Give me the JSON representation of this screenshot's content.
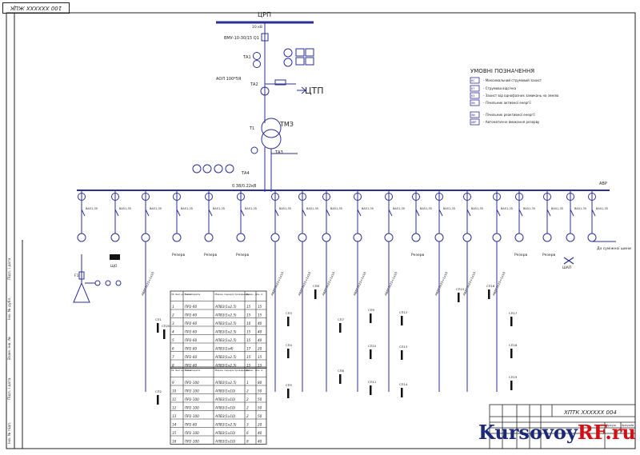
{
  "header_stamp": "100 XXXXXX ЖЦК",
  "grid": {
    "source_bus_label": "ЦРП",
    "source_voltage": "10 кВ",
    "breaker_label": "ВМУ-10-30/15 Q1",
    "ta1_label": "ТА1",
    "ct_label": "АОЛ 100*5Я",
    "ta2_label": "ТА2",
    "ta3_label": "ТА3",
    "ta4_label": "ТА4",
    "ctp_label": "ЦТП",
    "transformer_label": "Т1",
    "transformer_type": "ТМЗ",
    "lv_bus_label": "0.38/0.22кВ",
    "bus_end_label": "АВР"
  },
  "legend": {
    "title": "УМОВНІ ПОЗНАЧЕННЯ",
    "items": [
      {
        "code": "КС",
        "text": "- Максимальний струмовий захист"
      },
      {
        "code": "КТ",
        "text": "- Струмова відсічка"
      },
      {
        "code": "КЗ",
        "text": "- Захист від однофазних замикань на землю"
      },
      {
        "code": "Wh",
        "text": "- Лічильник активної енергії"
      },
      {
        "code": "Wh",
        "text": "- Лічильник реактивної енергії"
      },
      {
        "code": "АВР",
        "text": "- Автоматичне вмикання резерву"
      }
    ]
  },
  "feeders": {
    "breaker_text": "ВА51-35",
    "cable_text": "АВВГ3х25+1х16",
    "reserve_label": "Резерв",
    "shu_label": "ЩО",
    "compensation_label": "ШАП",
    "signal_label": "До суміжної шини",
    "f1_label": "F1"
  },
  "loads": [
    "СП1",
    "СП2",
    "СП3",
    "СП4",
    "СП5",
    "СП6",
    "СП7",
    "СП8",
    "СП9",
    "СП10",
    "СП11",
    "СП12",
    "СП13",
    "СП14",
    "СП15",
    "СП16",
    "СП17",
    "СП18",
    "СП19",
    "СП20"
  ],
  "table1": {
    "headers": [
      "№ лінії на схемі",
      "Тип апарата",
      "Марка, переріз провідника",
      "Довж., м",
      "Ін, А"
    ],
    "rows": [
      [
        "1",
        "ПР2-60",
        "АПВ3(1х2.5)",
        "15",
        "15"
      ],
      [
        "2",
        "ПР2-60",
        "АПВ3(1х2.5)",
        "15",
        "15"
      ],
      [
        "3",
        "ПР2-60",
        "АПВ3(1х2.5)",
        "10",
        "40"
      ],
      [
        "4",
        "ПР2-60",
        "АПВ3(1х2.5)",
        "15",
        "40"
      ],
      [
        "5",
        "ПР2-60",
        "АПВ3(1х2.5)",
        "15",
        "40"
      ],
      [
        "6",
        "ПР2-60",
        "АПВ3(1х4)",
        "17",
        "20"
      ],
      [
        "7",
        "ПР2-60",
        "АПВ3(1х2.5)",
        "15",
        "15"
      ],
      [
        "8",
        "ПР2-60",
        "АПВ3(1х2.5)",
        "15",
        "15"
      ]
    ]
  },
  "table2": {
    "headers": [
      "№ лінії на схемі",
      "Тип апарата",
      "Марка, переріз провідника",
      "Довж., м",
      "Ін, А"
    ],
    "rows": [
      [
        "9",
        "ПР2-100",
        "АПВ3(1х2.5)",
        "1",
        "80"
      ],
      [
        "10",
        "ПР2-100",
        "АПВ3(1х10)",
        "2",
        "50"
      ],
      [
        "11",
        "ПР2-100",
        "АПВ3(1х10)",
        "2",
        "50"
      ],
      [
        "12",
        "ПР2-100",
        "АПВ3(1х10)",
        "2",
        "50"
      ],
      [
        "13",
        "ПР2-100",
        "АПВ3(1х10)",
        "2",
        "50"
      ],
      [
        "14",
        "ПР2-60",
        "АПВ3(1х2.5)",
        "3",
        "20"
      ],
      [
        "15",
        "ПР2-100",
        "АПВ3(1х10)",
        "6",
        "40"
      ],
      [
        "16",
        "ПР2-100",
        "АПВ3(1х10)",
        "8",
        "40"
      ]
    ]
  },
  "title_block": {
    "code": "ХПТК XXXXXX 004",
    "sheet_label": "Аркуш",
    "sheets_label": "Аркушів"
  },
  "side_strip": [
    "Інв. № підп.",
    "Підп. і дата",
    "Взам. інв. №",
    "Інв. № дубл.",
    "Підп. і дата"
  ],
  "watermark": {
    "part1": "Kursovoy",
    "part2": "RF.ru"
  }
}
